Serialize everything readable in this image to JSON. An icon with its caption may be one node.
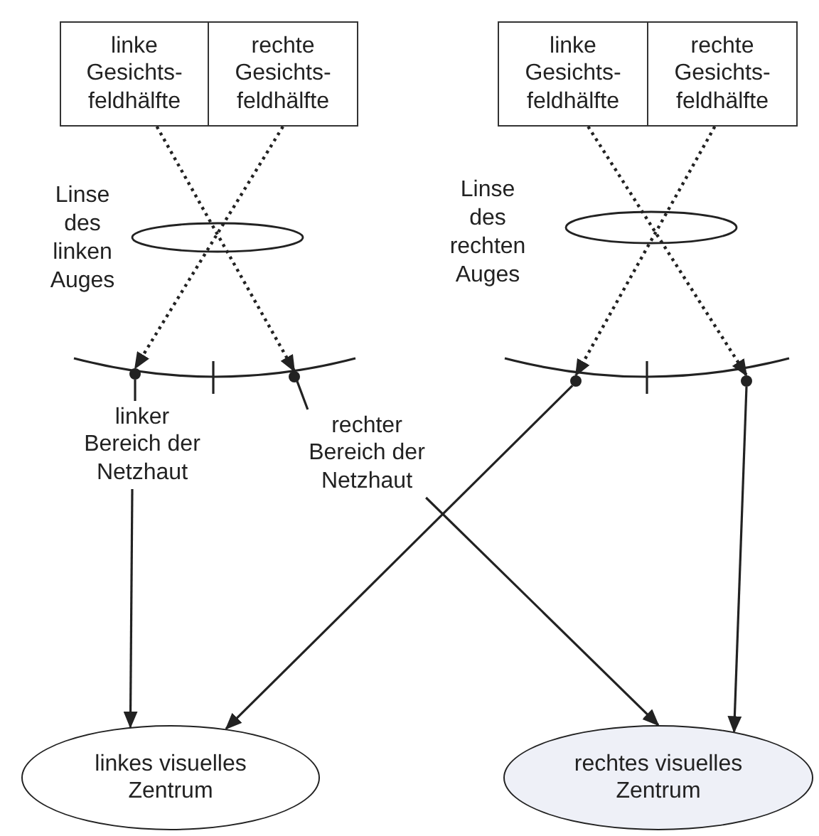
{
  "diagram": {
    "nodes": [
      {
        "text": [
          "linke Gesichts-feldhälfte"
        ]
      },
      {
        "text": [
          "rechte Gesichts-feldhälfte"
        ]
      },
      {
        "text": [
          "linke Gesichts-feldhälfte"
        ]
      },
      {
        "text": [
          "rechte Gesichts-feldhälfte"
        ]
      },
      {
        "text": [],
        "shape": "circle"
      },
      {
        "text": [],
        "shape": "circle"
      },
      {
        "text": [],
        "shape": "circle"
      },
      {
        "text": [],
        "shape": "circle"
      },
      {
        "text": [
          "linker Bereich der Netzhaut"
        ]
      },
      {
        "text": [
          "rechter Bereich der Netzhaut"
        ]
      },
      {
        "text": [
          "linkes visuelles Zentrum"
        ]
      },
      {
        "text": [
          "rechtes visuelles Zentrum"
        ]
      }
    ],
    "edges": [
      {
        "from": 0,
        "to": 5,
        "arrow": "to",
        "style": "dashed"
      },
      {
        "from": 1,
        "to": 4,
        "arrow": "to",
        "style": "dashed"
      },
      {
        "from": 2,
        "to": 7,
        "arrow": "to",
        "style": "dashed"
      },
      {
        "from": 3,
        "to": 6,
        "arrow": "to",
        "style": "dashed"
      },
      {
        "from": 8,
        "to": 4,
        "arrow": "none"
      },
      {
        "from": 9,
        "to": 5,
        "arrow": "none"
      },
      {
        "from": 8,
        "to": 10,
        "arrow": "to"
      },
      {
        "from": 9,
        "to": 11,
        "arrow": "to"
      },
      {
        "from": 6,
        "to": 10,
        "arrow": "to"
      },
      {
        "from": 7,
        "to": 11,
        "arrow": "to"
      }
    ],
    "labels": [
      "Linse des linken Auges",
      "Linse des rechten Auges"
    ]
  }
}
